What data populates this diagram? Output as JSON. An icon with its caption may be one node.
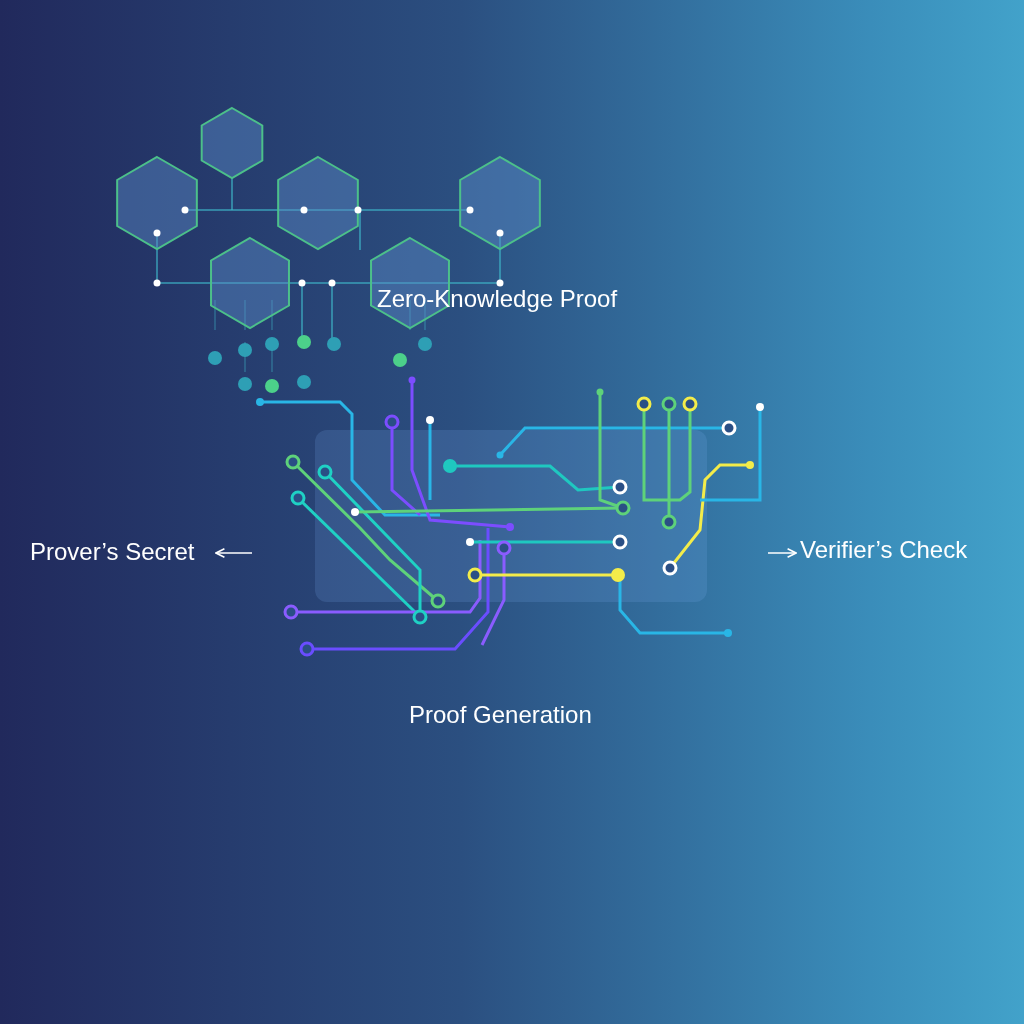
{
  "diagram": {
    "nodes": [
      {
        "text": [
          "Prover’s Secret"
        ]
      },
      {
        "text": [],
        "shape": "picture"
      },
      {
        "text": [
          "Verifier’s Check"
        ]
      }
    ],
    "edges": [
      {
        "from": 1,
        "to": 0,
        "arrow": "to"
      },
      {
        "from": 1,
        "to": 2,
        "arrow": "to"
      }
    ],
    "labels": [
      "Zero-Knowledge Proof",
      "Proof Generation"
    ]
  }
}
